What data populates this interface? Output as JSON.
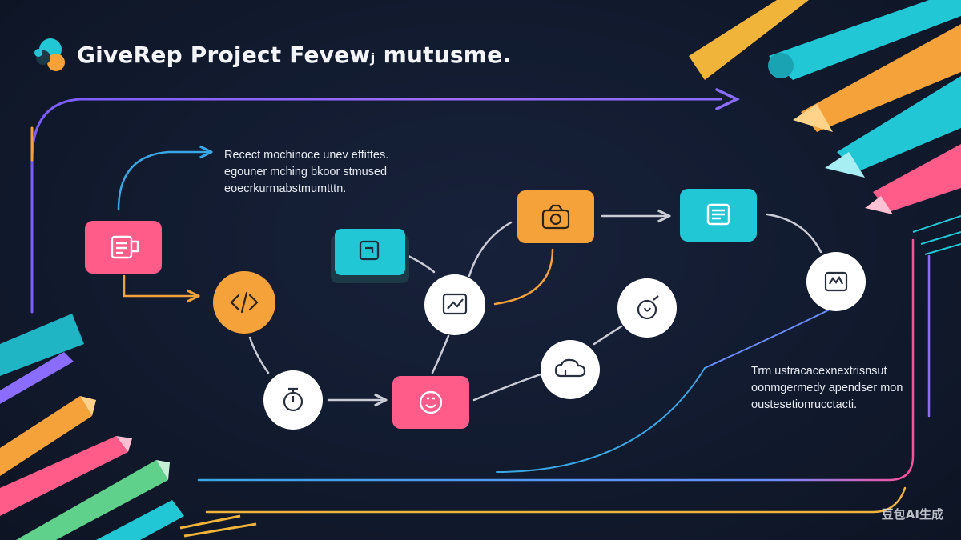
{
  "header": {
    "title": "GiveRep Project Fevewⱼ mutusme.",
    "logo_icon": "givrep-logo-icon"
  },
  "notes": {
    "top": [
      "Recect mochinoce unev effittes.",
      "egouner mching bkoor stmused",
      "eoecrkurmabstmumtttn."
    ],
    "right": [
      "Trm ustracacexnextrisnsut",
      "oonmgermedy apendser mon",
      "oustesetionrucctacti."
    ]
  },
  "diagram": {
    "nodes": [
      {
        "id": "node-start",
        "shape": "rounded-square",
        "color": "#ff5c8a",
        "icon": "document-icon"
      },
      {
        "id": "node-code",
        "shape": "circle",
        "color": "#f5a23a",
        "icon": "code-icon"
      },
      {
        "id": "node-timer",
        "shape": "circle",
        "color": "#ffffff",
        "icon": "stopwatch-icon"
      },
      {
        "id": "node-pink-face",
        "shape": "rounded-square",
        "color": "#ff5c8a",
        "icon": "smiley-icon"
      },
      {
        "id": "node-cyan-task",
        "shape": "rounded-square",
        "color": "#22c7d6",
        "icon": "checkbox-icon"
      },
      {
        "id": "node-chart",
        "shape": "circle",
        "color": "#ffffff",
        "icon": "trend-chart-icon"
      },
      {
        "id": "node-camera",
        "shape": "rounded-square",
        "color": "#f5a23a",
        "icon": "camera-icon"
      },
      {
        "id": "node-cloud",
        "shape": "circle",
        "color": "#ffffff",
        "icon": "cloud-link-icon"
      },
      {
        "id": "node-clock",
        "shape": "circle",
        "color": "#ffffff",
        "icon": "clock-icon"
      },
      {
        "id": "node-cyan-doc",
        "shape": "rounded-square",
        "color": "#22c7d6",
        "icon": "list-document-icon"
      },
      {
        "id": "node-wave",
        "shape": "circle",
        "color": "#ffffff",
        "icon": "waveform-icon"
      }
    ],
    "accent_colors": {
      "pink": "#ff5c8a",
      "orange": "#f5a23a",
      "cyan": "#22c7d6",
      "green": "#5fd18a",
      "purple": "#8a6cff",
      "blue": "#3aa7e6"
    }
  },
  "watermark": "豆包AI生成"
}
